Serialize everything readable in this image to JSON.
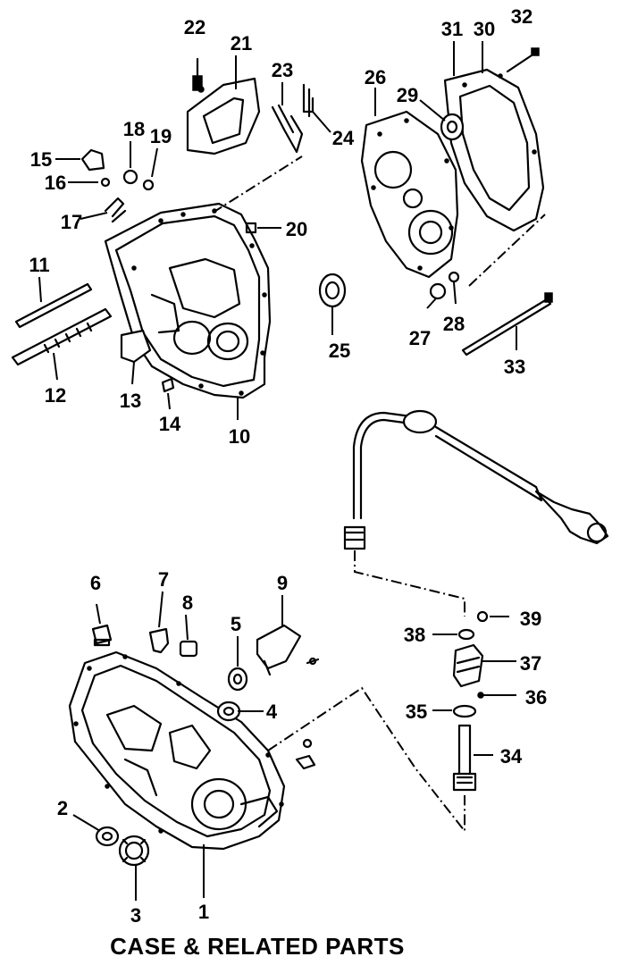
{
  "caption": "CASE & RELATED PARTS",
  "callouts": [
    "1",
    "2",
    "3",
    "4",
    "5",
    "6",
    "7",
    "8",
    "9",
    "10",
    "11",
    "12",
    "13",
    "14",
    "15",
    "16",
    "17",
    "18",
    "19",
    "20",
    "21",
    "22",
    "23",
    "24",
    "25",
    "26",
    "27",
    "28",
    "29",
    "30",
    "31",
    "32",
    "33",
    "34",
    "35",
    "36",
    "37",
    "38",
    "39"
  ]
}
